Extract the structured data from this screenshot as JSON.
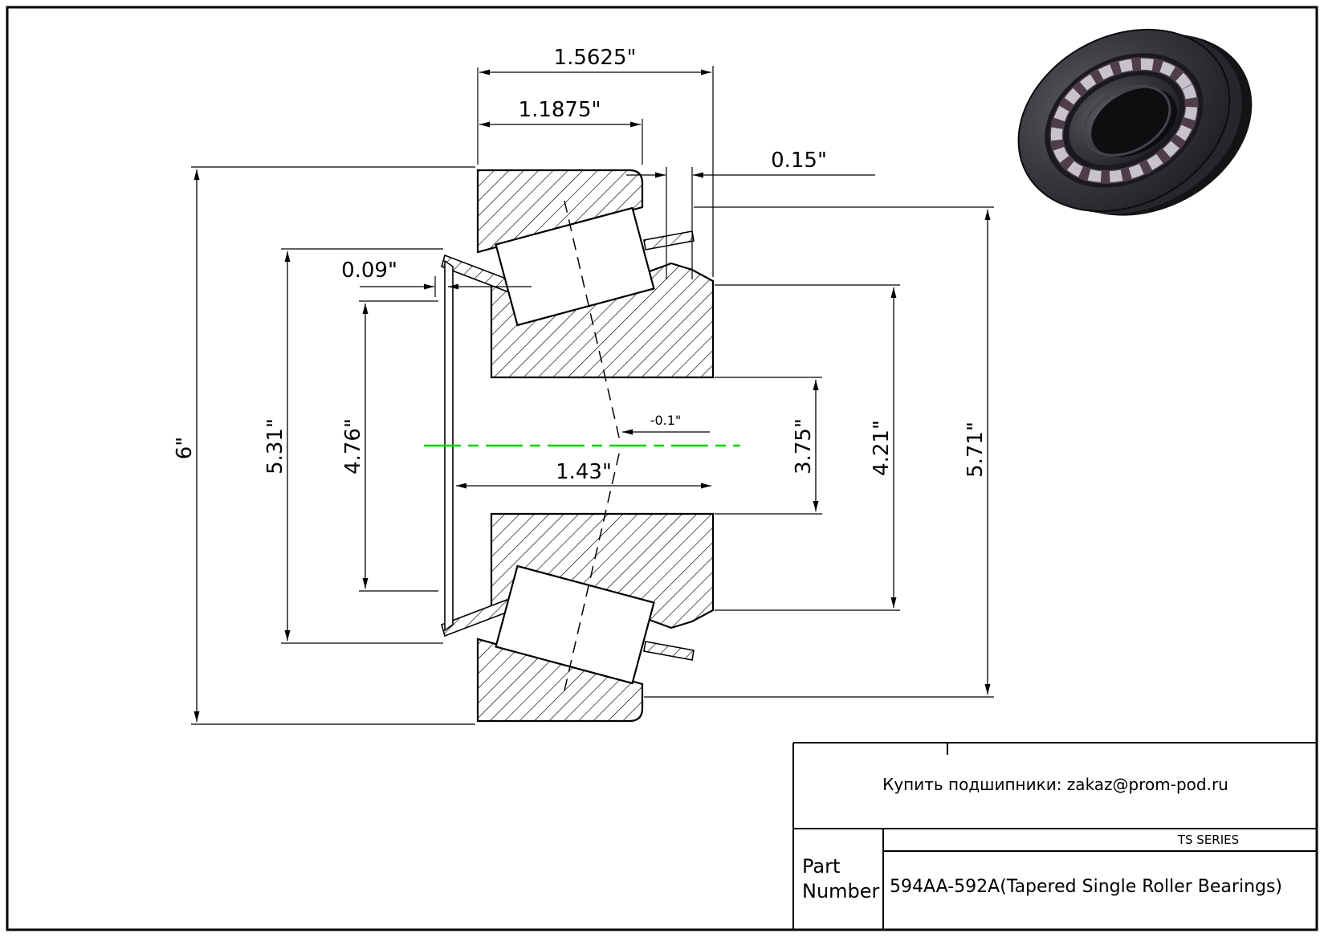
{
  "drawing": {
    "dims": {
      "w_overall": "1.5625\"",
      "w_cone": "1.1875\"",
      "protrusion": "0.15\"",
      "cage_lip": "0.09\"",
      "outer_diameter": "6\"",
      "d_531": "5.31\"",
      "d_476": "4.76\"",
      "inner_width": "1.43\"",
      "apex_offset": "-0.1\"",
      "bore": "3.75\"",
      "d_421": "4.21\"",
      "d_571": "5.71\""
    },
    "centerline_color": "#00d400"
  },
  "title_block": {
    "contact": "Купить подшипники: zakaz@prom-pod.ru",
    "series": "TS SERIES",
    "part_label": "Part Number",
    "part_value": "594AA-592A(Tapered Single Roller Bearings)"
  }
}
